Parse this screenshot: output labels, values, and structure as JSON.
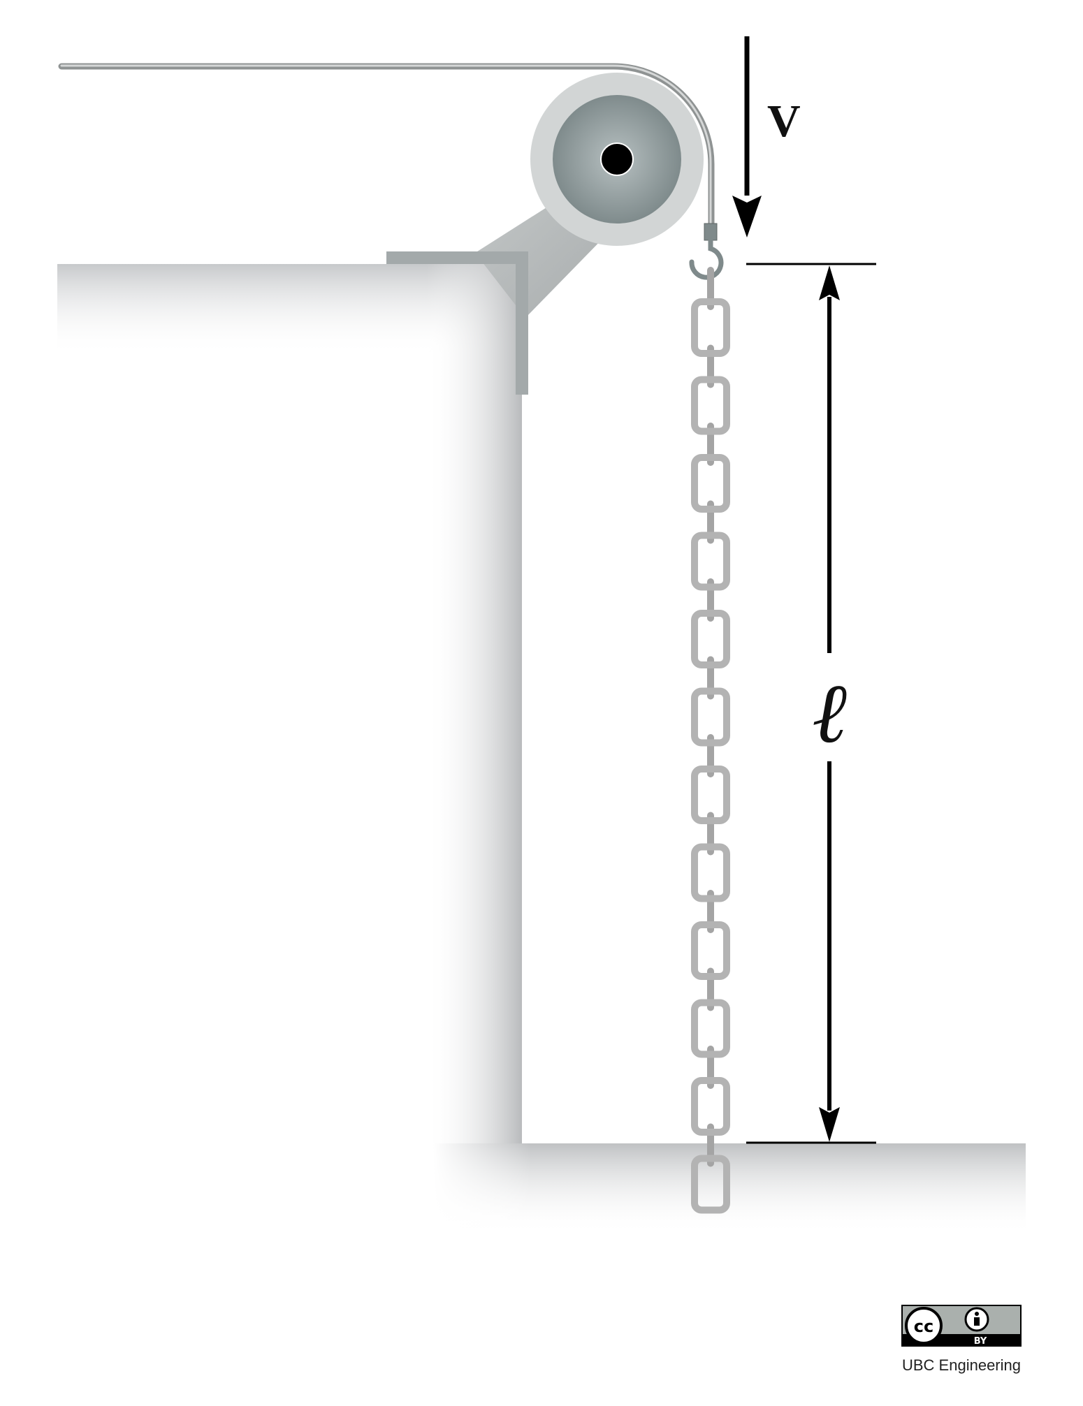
{
  "labels": {
    "velocity": "V",
    "length": "ℓ"
  },
  "license": {
    "cc": "cc",
    "by": "BY",
    "credit": "UBC Engineering"
  },
  "colors": {
    "wall_shadow": "#c9cbcd",
    "pulley_outer": "#d3d6d6",
    "pulley_inner": "#8e9a9b",
    "bracket": "#a3a9aa",
    "chain": "#b3b3b3",
    "cable": "#a5a5a5",
    "dimension": "#000000"
  }
}
